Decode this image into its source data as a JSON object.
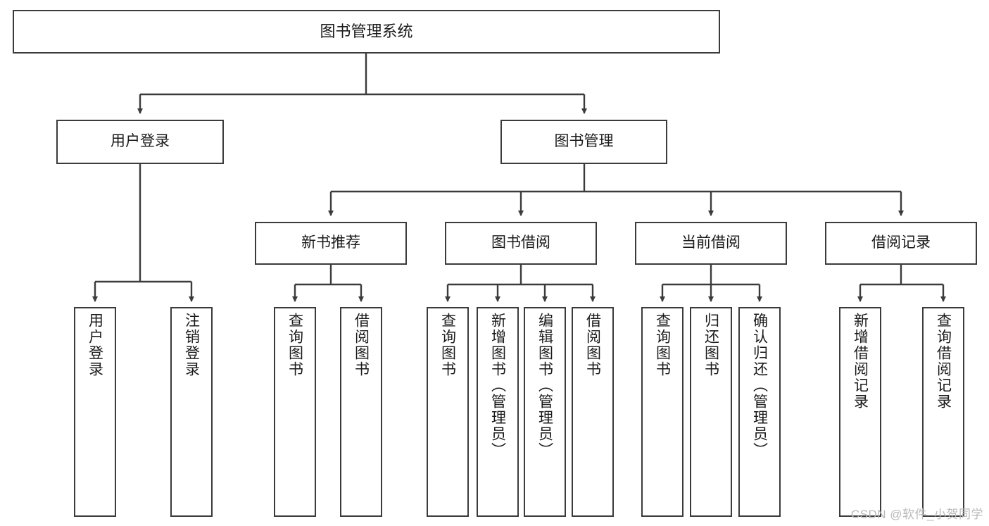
{
  "diagram": {
    "title": "图书管理系统",
    "watermark": "CSDN @软件_小贺同学",
    "colors": {
      "border": "#3b3b3b",
      "background": "#ffffff",
      "text": "#1a1a1a",
      "watermark": "#b9b9b9"
    },
    "root": {
      "label": "图书管理系统"
    },
    "branches": [
      {
        "label": "用户登录"
      },
      {
        "label": "图书管理"
      }
    ],
    "categories": [
      {
        "label": "新书推荐"
      },
      {
        "label": "图书借阅"
      },
      {
        "label": "当前借阅"
      },
      {
        "label": "借阅记录"
      }
    ],
    "leaves": [
      {
        "label": "用户登录"
      },
      {
        "label": "注销登录"
      },
      {
        "label": "查询图书"
      },
      {
        "label": "借阅图书"
      },
      {
        "label": "查询图书"
      },
      {
        "label": "新增图书（管理员）"
      },
      {
        "label": "编辑图书（管理员）"
      },
      {
        "label": "借阅图书"
      },
      {
        "label": "查询图书"
      },
      {
        "label": "归还图书"
      },
      {
        "label": "确认归还（管理员）"
      },
      {
        "label": "新增借阅记录"
      },
      {
        "label": "查询借阅记录"
      }
    ]
  }
}
